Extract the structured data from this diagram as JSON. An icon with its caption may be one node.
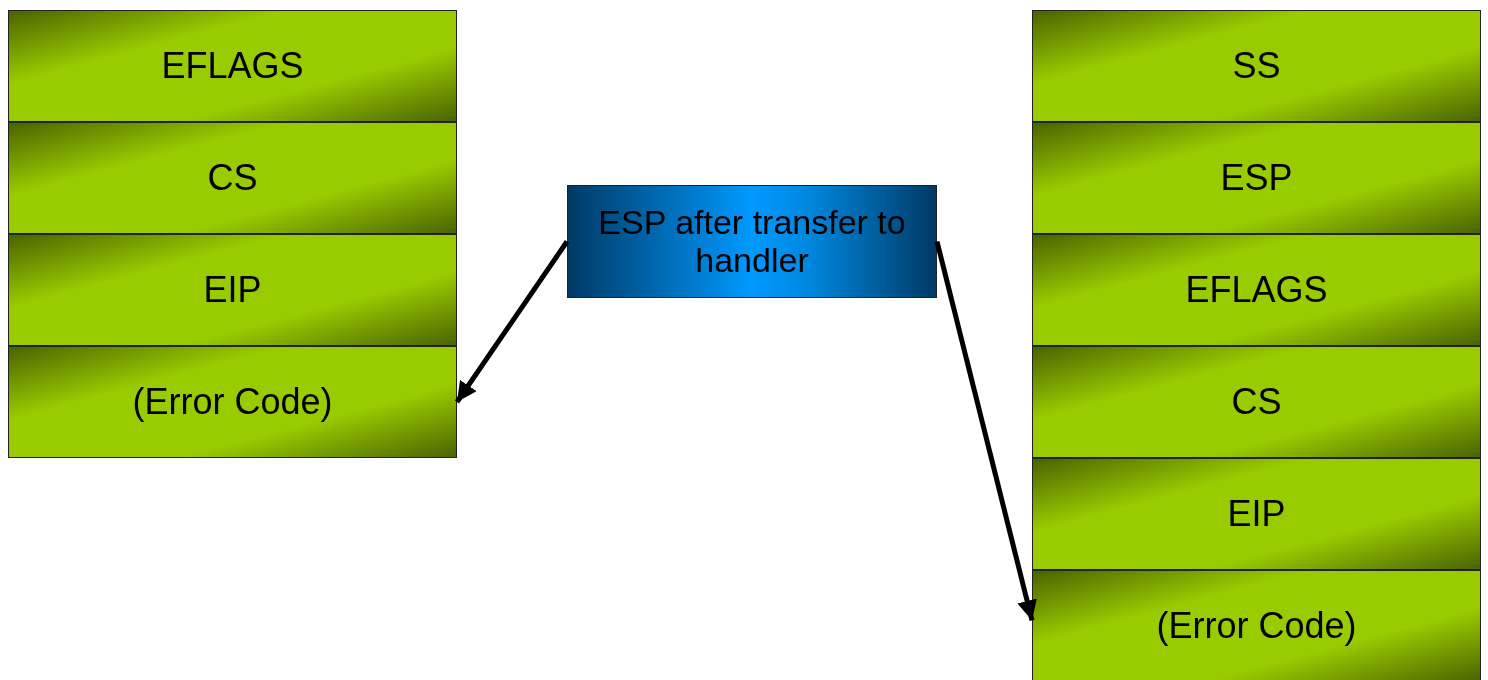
{
  "diagram": {
    "nodes": [
      {
        "text": [
          "EFLAGS"
        ]
      },
      {
        "text": [
          "CS"
        ]
      },
      {
        "text": [
          "EIP"
        ]
      },
      {
        "text": [
          "(Error Code)"
        ]
      },
      {
        "text": [
          "ESP after transfer to handler"
        ]
      },
      {
        "text": [
          "SS"
        ]
      },
      {
        "text": [
          "ESP"
        ]
      },
      {
        "text": [
          "EFLAGS"
        ]
      },
      {
        "text": [
          "CS"
        ]
      },
      {
        "text": [
          "EIP"
        ]
      },
      {
        "text": [
          "(Error Code)"
        ]
      }
    ],
    "edges": [
      {
        "from": 4,
        "to": 3,
        "arrow": "to"
      },
      {
        "from": 4,
        "to": 10,
        "arrow": "to"
      }
    ]
  }
}
